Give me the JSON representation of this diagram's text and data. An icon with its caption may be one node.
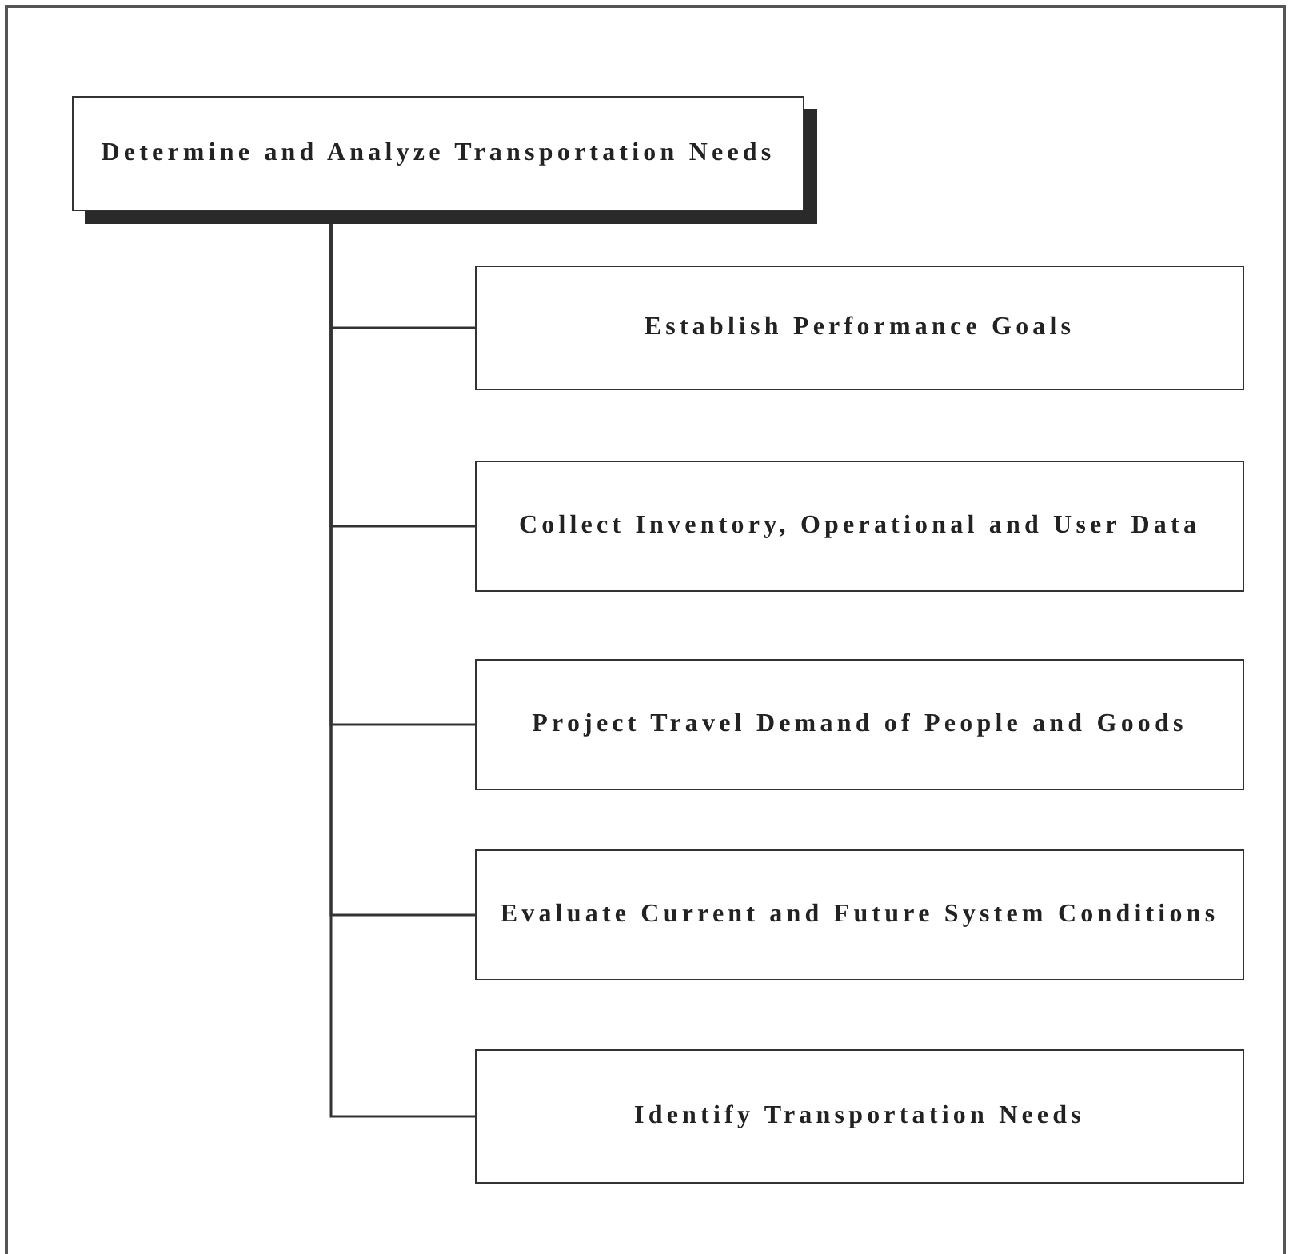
{
  "diagram": {
    "nodes": [
      {
        "text": [
          "Determine and Analyze Transportation Needs"
        ]
      },
      {
        "text": [
          "Establish Performance Goals"
        ]
      },
      {
        "text": [
          "Collect Inventory, Operational and User Data"
        ]
      },
      {
        "text": [
          "Project Travel Demand of People and Goods"
        ]
      },
      {
        "text": [
          "Evaluate Current and Future System Conditions"
        ]
      },
      {
        "text": [
          "Identify Transportation Needs"
        ]
      }
    ],
    "edges": [
      {
        "from": 0,
        "to": 1,
        "arrow": "none"
      },
      {
        "from": 0,
        "to": 2,
        "arrow": "none"
      },
      {
        "from": 0,
        "to": 3,
        "arrow": "none"
      },
      {
        "from": 0,
        "to": 4,
        "arrow": "none"
      },
      {
        "from": 0,
        "to": 5,
        "arrow": "none"
      }
    ]
  }
}
